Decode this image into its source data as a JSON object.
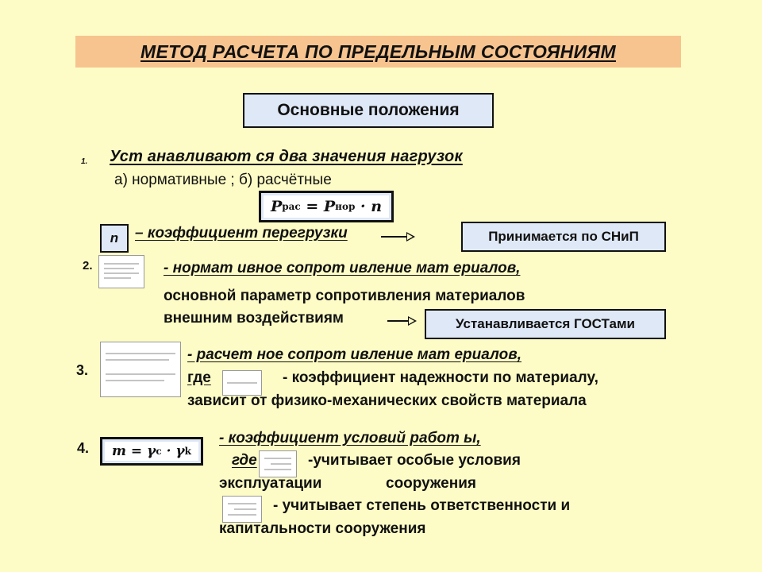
{
  "title": "МЕТОД РАСЧЕТА ПО ПРЕДЕЛЬНЫМ СОСТОЯНИЯМ",
  "subtitle": "Основные положения",
  "item1": {
    "number": "1.",
    "heading": "Уст анавливают ся два значения нагрузок",
    "types": "а) нормативные ; б) расчётные",
    "formula": {
      "lhs": "P",
      "lhs_sub": "рас",
      "eq": " = ",
      "rhs": "P",
      "rhs_sub": "нор",
      "op": " · ",
      "factor": "n"
    },
    "n_symbol": "n",
    "coef_text": "– коэффициент перегрузки",
    "note": "Принимается по СНиП"
  },
  "item2": {
    "number": "2.",
    "heading": "- нормат ивное сопрот ивление мат ериалов,",
    "line2": "основной параметр сопротивления материалов",
    "line3": "внешним воздействиям",
    "note": "Устанавливается ГОСТами"
  },
  "item3": {
    "number": "3.",
    "heading": "- расчет ное сопрот ивление мат ериалов,",
    "where": "где",
    "where_text": "- коэффициент надежности по материалу,",
    "line3": "зависит от физико-механических свойств материала"
  },
  "item4": {
    "number": "4.",
    "formula": {
      "lhs": "m",
      "eq": " = ",
      "a": "γ",
      "a_sub": "c",
      "op": " · ",
      "b": "γ",
      "b_sub": "k"
    },
    "heading": "- коэффициент условий работ ы,",
    "where": "где",
    "where_text": "-учитывает особые условия",
    "line2a": "эксплуатации",
    "line2b": "сооружения",
    "line3_text": "- учитывает степень ответственности и",
    "line4": "капитальности сооружения"
  }
}
